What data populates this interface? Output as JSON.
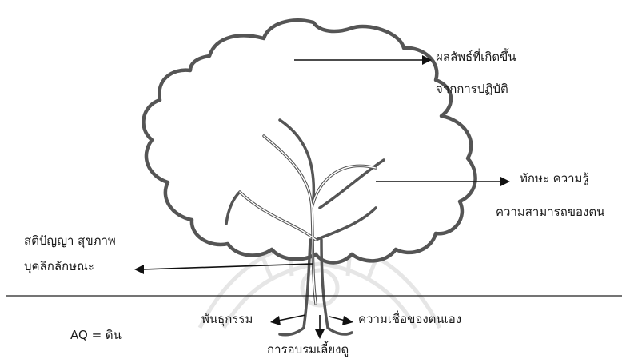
{
  "labels": {
    "results_line1": "ผลลัพธ์ที่เกิดขึ้น",
    "results_line2": "จากการปฏิบัติ",
    "skills_line1": "ทักษะ ความรู้",
    "skills_line2": "ความสามารถของตน",
    "intellect_line1": "สติปัญญา สุขภาพ",
    "intellect_line2": "บุคลิกลักษณะ",
    "genetics": "พันธุกรรม",
    "self_belief": "ความเชื่อของตนเอง",
    "upbringing": "การอบรมเลี้ยงดู",
    "aq_soil": "AQ = ดิน"
  }
}
